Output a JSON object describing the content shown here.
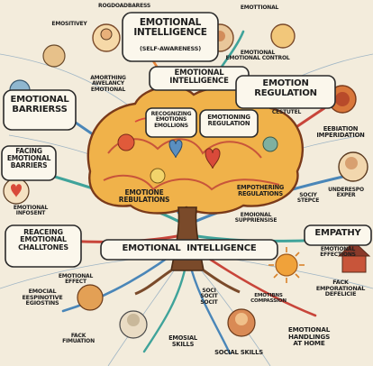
{
  "diagram": {
    "palette": {
      "paper": "#f3ecdc",
      "trunk": "#7a4a2a",
      "brain_orange": "#e8863a",
      "brain_yellow": "#f2c84b",
      "brain_red": "#d94a3a",
      "branch_blue": "#4a86b8",
      "branch_teal": "#3fa39a",
      "branch_red": "#c8453a",
      "ink": "#1e1e1e"
    },
    "icons": {
      "face_icons": [
        "portrait-icon",
        "face-icon",
        "head-profile-icon"
      ],
      "symbols": [
        "heart-icon",
        "sun-icon",
        "house-icon",
        "scroll-icon",
        "sphere-icon"
      ]
    },
    "labels": {
      "top_left_small": "EMOSITIVEY",
      "top_banner": "ROGDOADBARESS",
      "top_right_small": "EMOTTIONAL",
      "title_main": "EMOTIONAL\nINTELLIGENCE",
      "title_sub": "(SELF-AWARENESS)",
      "emotional_control": "EMOTIONAL\nEMOTIONAL CONTROL",
      "center_band": "EMOTIONAL\nINTELLIGENCE",
      "amorthing": "AMORTHING\nAWELANCY\nEMOTIONAL",
      "emotional_barriers": "EMOTIONAL\nBARRIERSS",
      "emotion_regulation": "EMOTION\nREGULATION",
      "cestutel": "CESTUTEL",
      "recognizing": "RECOGNIZING\nEMOTIONS\nEMOLLIONS",
      "emotioning_regulation": "EMOTIONING\nREGULATION",
      "ebbiation": "EEBIATION\nIMPERIDATION",
      "facing_barriers": "FACING\nEMOTIONAL\nBARRIERS",
      "emotione_rebulations": "EMOTIONE\nREBULATIONS",
      "empowering_regulations": "EMPOTHERING\nREGULATIONS",
      "emotional_suppression": "EMOIONAL\nSUPPRIENSISE",
      "sociy_stepce": "SOCIY\nSTEPCE",
      "under_responding": "UNDERESPO\nEXPER",
      "reacting_challenges": "REACEING\nEMOTIONAL\nCHALLTONES",
      "central_banner": "EMOTIONAL  INTELLIGENCE",
      "empathy": "EMPATHY",
      "empathy_sub": "EMOTIONAL\nEFFECTIONS",
      "left_mid_small": "EMOTIONAL\nEFFECT",
      "emocial": "EMOCIAL\nEESPINOTIVE\nEGIOSTINS",
      "fack_emporational": "FACK\nEMPORATIONAL\nDEFELICIE",
      "fack_fimuation": "FACK\nFIMUATION",
      "emosial_skills": "EMOSIAL\nSKILLS",
      "soci_socit": "SOCI\nSOCIT\nSOCIT",
      "social_skills": "SOCIAL SKILLS",
      "emotional_handlings": "EMOTIONAL\nHANDLINGS\nAT HOME",
      "small_emotibn": "EMOTIBNS\nCOMPASSION",
      "small_left_top": "EMOTIONAL\nINFOSENT"
    }
  }
}
